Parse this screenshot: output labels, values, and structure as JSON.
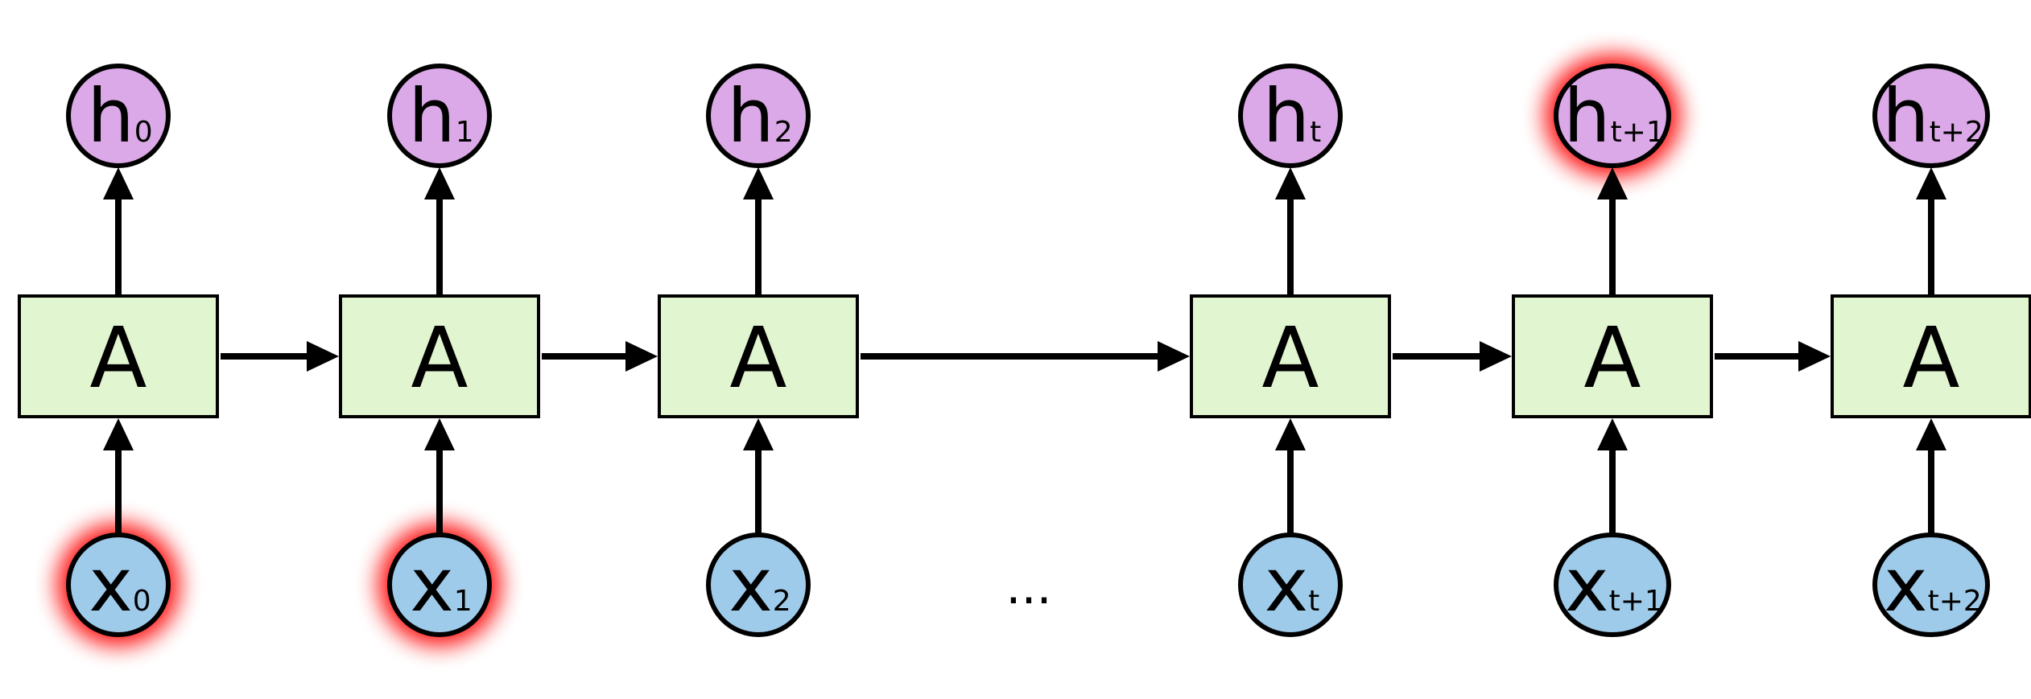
{
  "colors": {
    "cell_fill": "#e1f5d0",
    "hidden_fill": "#dba9e8",
    "input_fill": "#9fcbea",
    "stroke": "#000000",
    "highlight": "#ff0000"
  },
  "ellipsis": "...",
  "columns": [
    {
      "cell": "A",
      "h": {
        "letter": "h",
        "sub": "0",
        "highlighted": false
      },
      "x": {
        "letter": "x",
        "sub": "0",
        "highlighted": true
      }
    },
    {
      "cell": "A",
      "h": {
        "letter": "h",
        "sub": "1",
        "highlighted": false
      },
      "x": {
        "letter": "x",
        "sub": "1",
        "highlighted": true
      }
    },
    {
      "cell": "A",
      "h": {
        "letter": "h",
        "sub": "2",
        "highlighted": false
      },
      "x": {
        "letter": "x",
        "sub": "2",
        "highlighted": false
      }
    },
    {
      "cell": "A",
      "h": {
        "letter": "h",
        "sub": "t",
        "highlighted": false
      },
      "x": {
        "letter": "x",
        "sub": "t",
        "highlighted": false
      }
    },
    {
      "cell": "A",
      "h": {
        "letter": "h",
        "sub": "t+1",
        "highlighted": true
      },
      "x": {
        "letter": "x",
        "sub": "t+1",
        "highlighted": false
      }
    },
    {
      "cell": "A",
      "h": {
        "letter": "h",
        "sub": "t+2",
        "highlighted": false
      },
      "x": {
        "letter": "x",
        "sub": "t+2",
        "highlighted": false
      }
    }
  ]
}
